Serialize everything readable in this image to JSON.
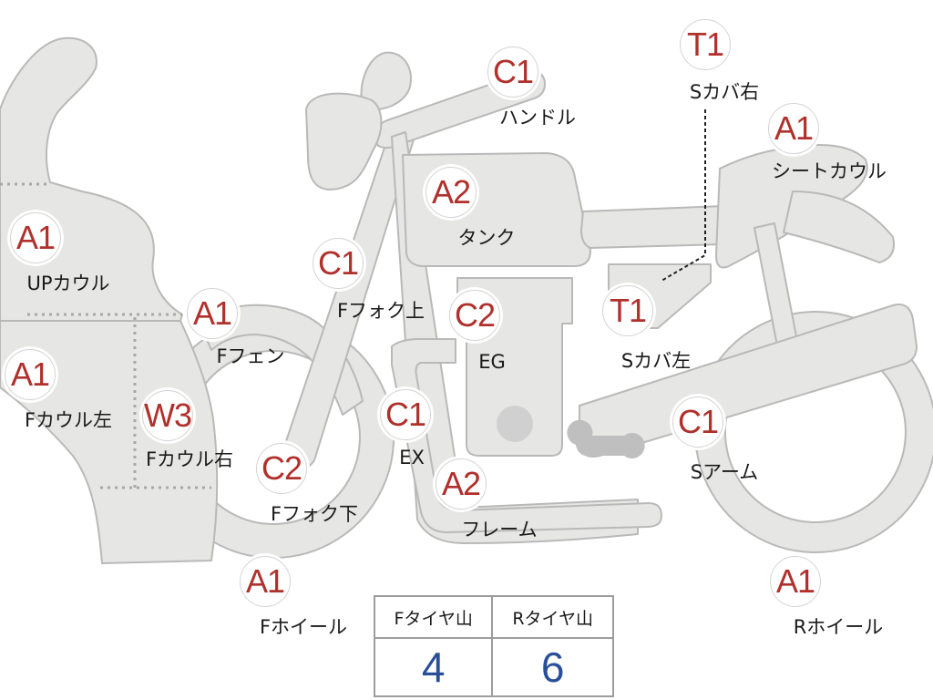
{
  "parts": [
    {
      "id": "handle",
      "code": "C1",
      "label": "ハンドル"
    },
    {
      "id": "seat-cover-right",
      "code": "T1",
      "label": "Sカバ右"
    },
    {
      "id": "seat-cowl",
      "code": "A1",
      "label": "シートカウル"
    },
    {
      "id": "tank",
      "code": "A2",
      "label": "タンク"
    },
    {
      "id": "upper-cowl",
      "code": "A1",
      "label": "UPカウル"
    },
    {
      "id": "front-fork-upper",
      "code": "C1",
      "label": "Fフォク上"
    },
    {
      "id": "front-fender",
      "code": "A1",
      "label": "Fフェン"
    },
    {
      "id": "engine",
      "code": "C2",
      "label": "EG"
    },
    {
      "id": "seat-cover-left",
      "code": "T1",
      "label": "Sカバ左"
    },
    {
      "id": "front-cowl-left",
      "code": "A1",
      "label": "Fカウル左"
    },
    {
      "id": "front-cowl-right",
      "code": "W3",
      "label": "Fカウル右"
    },
    {
      "id": "exhaust",
      "code": "C1",
      "label": "EX"
    },
    {
      "id": "swing-arm",
      "code": "C1",
      "label": "Sアーム"
    },
    {
      "id": "front-fork-lower",
      "code": "C2",
      "label": "Fフォク下"
    },
    {
      "id": "frame",
      "code": "A2",
      "label": "フレーム"
    },
    {
      "id": "front-wheel",
      "code": "A1",
      "label": "Fホイール"
    },
    {
      "id": "rear-wheel",
      "code": "A1",
      "label": "Rホイール"
    }
  ],
  "tire_table": {
    "front_header": "Fタイヤ山",
    "rear_header": "Rタイヤ山",
    "front_value": "4",
    "rear_value": "6"
  }
}
